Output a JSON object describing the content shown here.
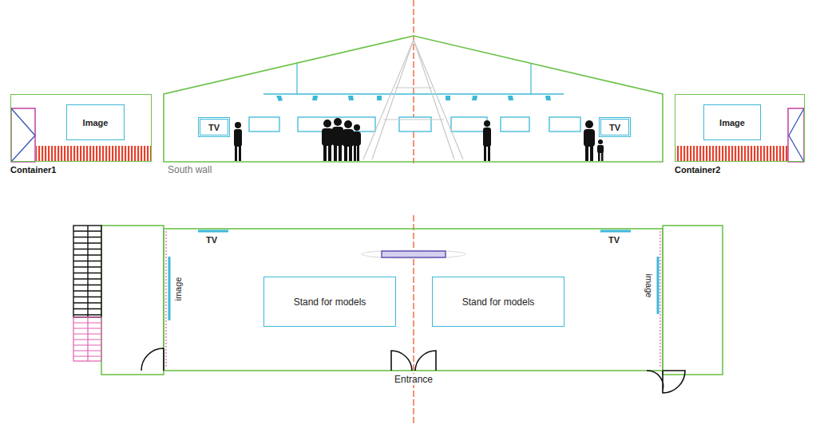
{
  "diagram": {
    "nodes": [
      {
        "text": [
          "Container1"
        ]
      },
      {
        "text": [
          "Image"
        ],
        "in": 0
      },
      {
        "text": [
          "TV"
        ]
      },
      {
        "text": [
          "TV"
        ]
      },
      {
        "text": [
          "Container2"
        ]
      },
      {
        "text": [
          "Image"
        ],
        "in": 4
      },
      {
        "text": [
          "Stand for models"
        ]
      },
      {
        "text": [
          "Stand for models"
        ]
      }
    ],
    "labels": [
      "South wall",
      "TV",
      "TV",
      "image",
      "image",
      "Entrance"
    ]
  }
}
